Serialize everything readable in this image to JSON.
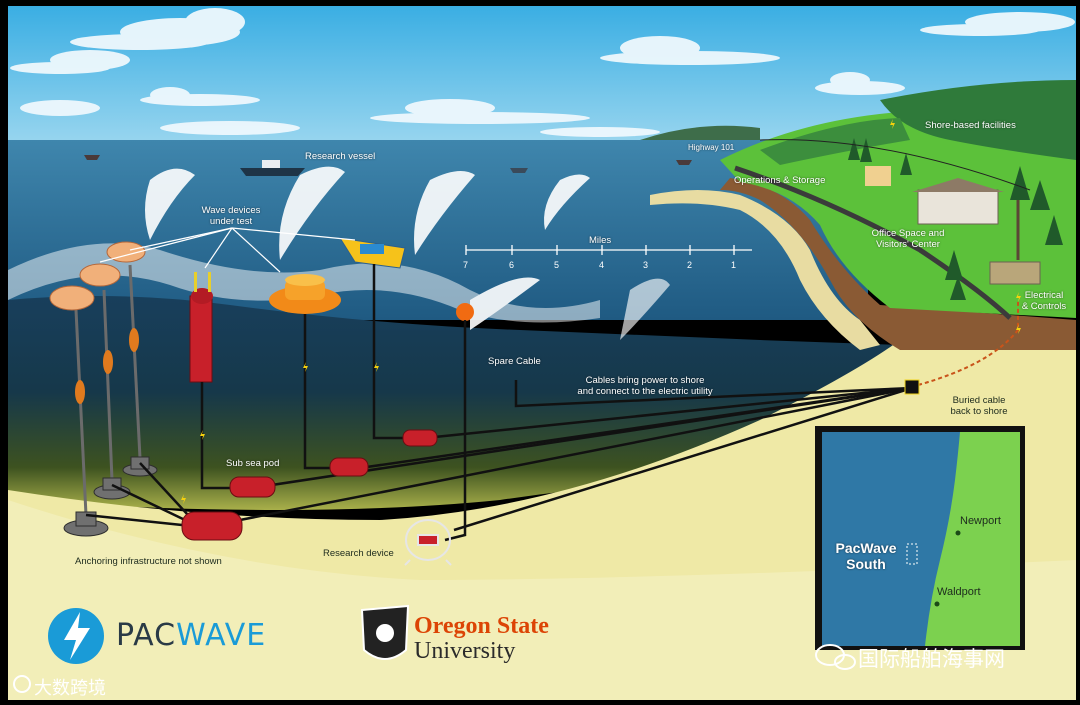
{
  "labels": {
    "research_vessel": "Research vessel",
    "wave_devices": "Wave devices\nunder test",
    "highway": "Highway 101",
    "operations": "Operations & Storage",
    "shore_facilities": "Shore-based facilities",
    "office": "Office Space and\nVisitors' Center",
    "electrical": "Electrical\n& Controls",
    "miles_title": "Miles",
    "spare_cable": "Spare Cable",
    "cables_power": "Cables bring power to shore\nand connect to the electric utility",
    "buried_cable": "Buried cable\nback to shore",
    "sub_sea_pod": "Sub sea pod",
    "research_device": "Research device",
    "anchoring": "Anchoring infrastructure not shown"
  },
  "miles": [
    "7",
    "6",
    "5",
    "4",
    "3",
    "2",
    "1"
  ],
  "inset_map": {
    "site": "PacWave\nSouth",
    "city_north": "Newport",
    "city_south": "Waldport"
  },
  "logos": {
    "pacwave_pac": "PAC",
    "pacwave_wave": "WAVE",
    "osu_line1": "Oregon State",
    "osu_line2": "University"
  },
  "watermarks": {
    "left": "大数跨境",
    "right": "国际船舶海事网"
  },
  "colors": {
    "sky": "#4cb6e4",
    "ocean": "#2c6e98",
    "deep": "#0f3048",
    "seabed": "#efe9a6",
    "land": "#5cc13a",
    "device_red": "#c8202a",
    "device_orange": "#f28a18",
    "osu_orange": "#dc4405",
    "pacwave_blue": "#1a9bd7"
  }
}
